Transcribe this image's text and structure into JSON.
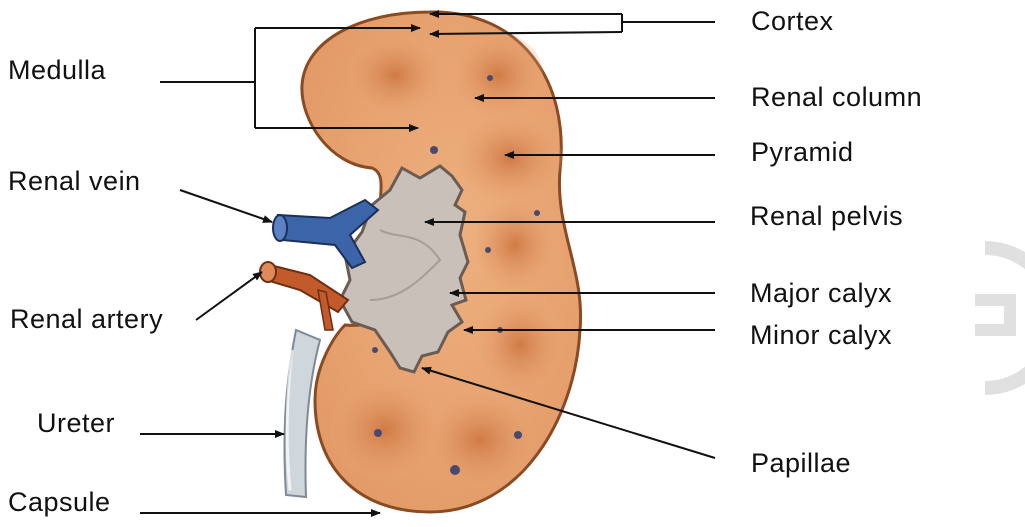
{
  "labels": {
    "cortex": "Cortex",
    "renal_column": "Renal column",
    "pyramid": "Pyramid",
    "renal_pelvis": "Renal pelvis",
    "major_calyx": "Major calyx",
    "minor_calyx": "Minor calyx",
    "papillae": "Papillae",
    "medulla": "Medulla",
    "renal_vein": "Renal vein",
    "renal_artery": "Renal artery",
    "ureter": "Ureter",
    "capsule": "Capsule"
  },
  "colors": {
    "kidney_fill": "#e9a878",
    "kidney_outline": "#8a4a22",
    "pyramid_fill": "#d98a55",
    "pelvis_fill": "#c9c0ba",
    "vein": "#3c64a8",
    "artery": "#c25a2c",
    "ureter": "#cdd4da",
    "leader_line": "#111111",
    "watermark": "#bdbdbd"
  }
}
